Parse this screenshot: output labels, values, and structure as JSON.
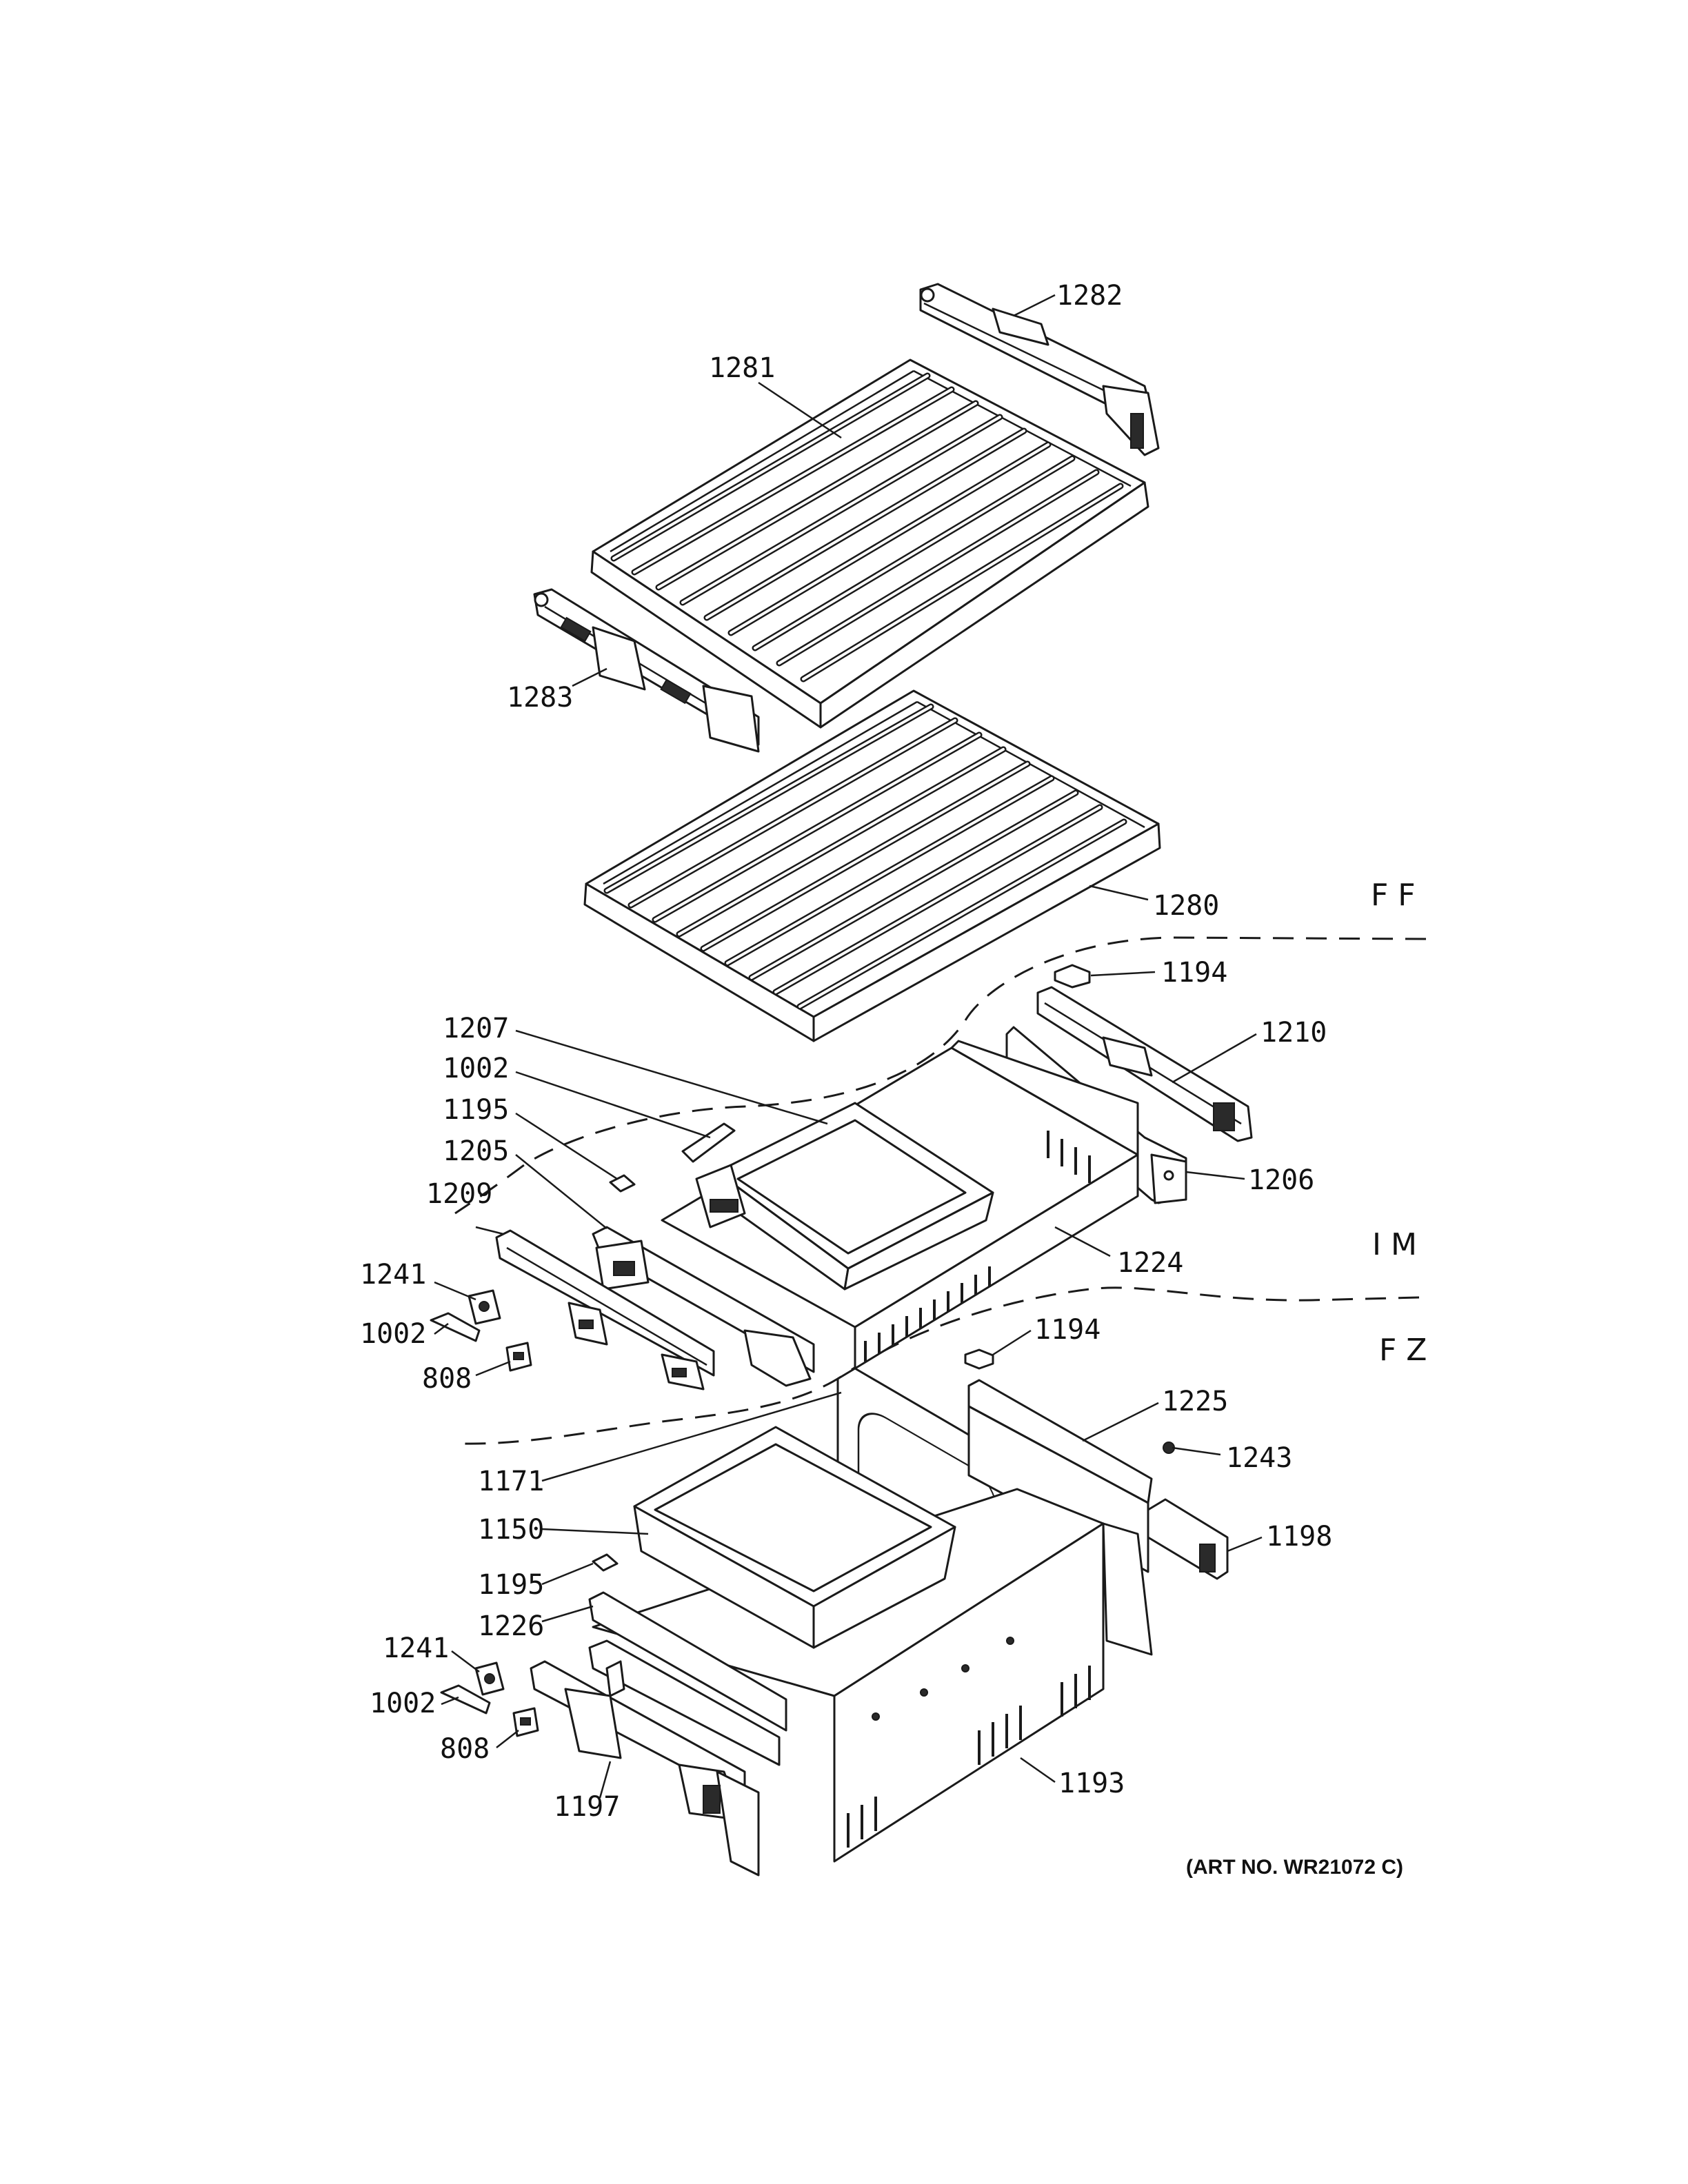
{
  "diagram": {
    "callouts": [
      {
        "id": "c1282",
        "label": "1282"
      },
      {
        "id": "c1281",
        "label": "1281"
      },
      {
        "id": "c1283",
        "label": "1283"
      },
      {
        "id": "c1280",
        "label": "1280"
      },
      {
        "id": "c1194a",
        "label": "1194"
      },
      {
        "id": "c1207",
        "label": "1207"
      },
      {
        "id": "c1210",
        "label": "1210"
      },
      {
        "id": "c1002a",
        "label": "1002"
      },
      {
        "id": "c1195a",
        "label": "1195"
      },
      {
        "id": "c1206",
        "label": "1206"
      },
      {
        "id": "c1205",
        "label": "1205"
      },
      {
        "id": "c1209",
        "label": "1209"
      },
      {
        "id": "c1224",
        "label": "1224"
      },
      {
        "id": "c1241a",
        "label": "1241"
      },
      {
        "id": "c1002b",
        "label": "1002"
      },
      {
        "id": "c808a",
        "label": "808"
      },
      {
        "id": "c1194b",
        "label": "1194"
      },
      {
        "id": "c1225",
        "label": "1225"
      },
      {
        "id": "c1243",
        "label": "1243"
      },
      {
        "id": "c1171",
        "label": "1171"
      },
      {
        "id": "c1150",
        "label": "1150"
      },
      {
        "id": "c1198",
        "label": "1198"
      },
      {
        "id": "c1195b",
        "label": "1195"
      },
      {
        "id": "c1226",
        "label": "1226"
      },
      {
        "id": "c1241b",
        "label": "1241"
      },
      {
        "id": "c1002c",
        "label": "1002"
      },
      {
        "id": "c808b",
        "label": "808"
      },
      {
        "id": "c1193",
        "label": "1193"
      },
      {
        "id": "c1197",
        "label": "1197"
      }
    ],
    "zones": {
      "ff": "FF",
      "im": "IM",
      "fz": "FZ"
    },
    "art_number": "(ART NO. WR21072 C)"
  }
}
